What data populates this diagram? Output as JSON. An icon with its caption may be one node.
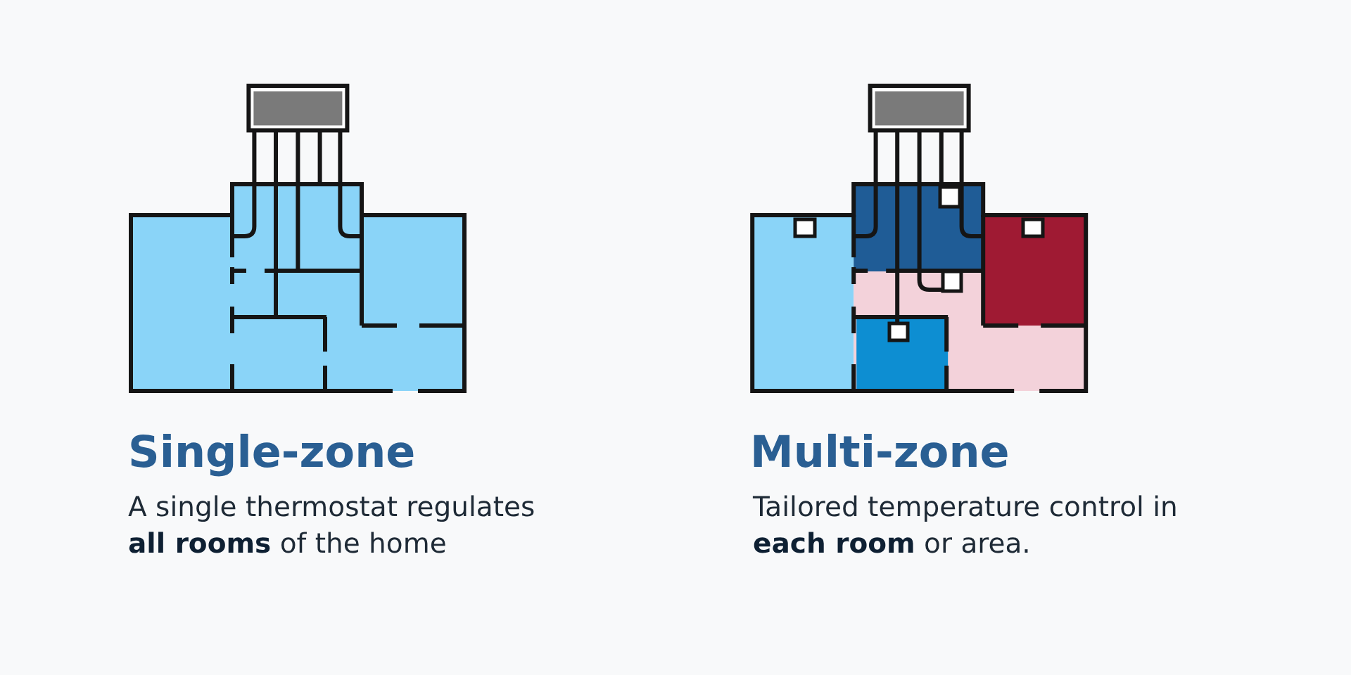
{
  "diagram": {
    "labels": [
      "Single-zone",
      "A single thermostat regulates **all rooms** of the home",
      "Multi-zone",
      "Tailored temperature control in **each room** or area."
    ]
  }
}
